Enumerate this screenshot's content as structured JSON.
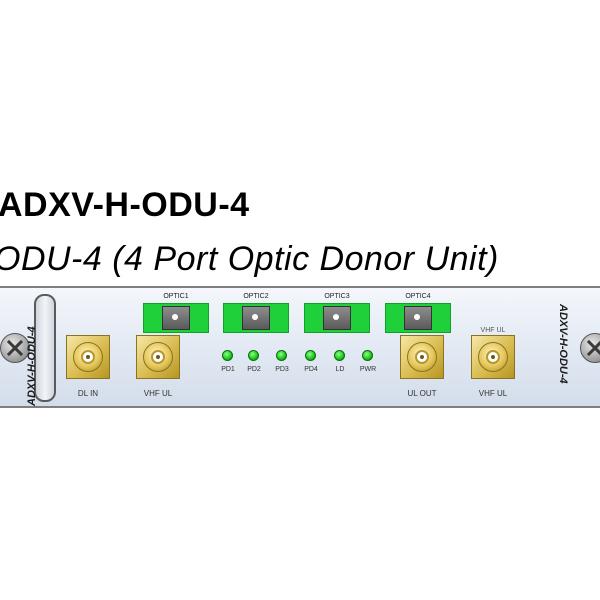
{
  "title": "ADXV-H-ODU-4",
  "subtitle": "ODU-4 (4 Port Optic Donor Unit)",
  "panel": {
    "vertical_label_left": "ADXV-H-ODU-4",
    "vertical_label_right": "ADXV-H-ODU-4",
    "ports": {
      "dl_in": "DL IN",
      "vhf_ul_left": "VHF UL",
      "ul_out": "UL OUT",
      "vhf_ul_right": "VHF UL",
      "vhf_ul_right_top": "VHF UL"
    },
    "optics": [
      "OPTIC1",
      "OPTIC2",
      "OPTIC3",
      "OPTIC4"
    ],
    "leds": [
      "PD1",
      "PD2",
      "PD3",
      "PD4",
      "LD",
      "PWR"
    ],
    "colors": {
      "optic_green": "#1fd03a",
      "led_green": "#18c418",
      "connector_gold": "#d6b84a"
    }
  }
}
